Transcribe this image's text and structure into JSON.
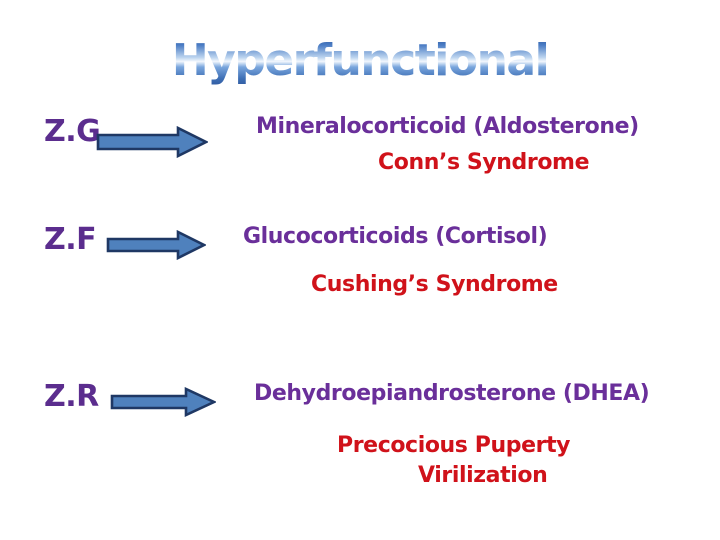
{
  "slide": {
    "title": "Hyperfunctional",
    "background_color": "#ffffff"
  },
  "colors": {
    "zone_label_purple": "#5b2d8e",
    "hormone_purple": "#6a2f9a",
    "disease_red": "#d0121a",
    "arrow_fill": "#4f81bd",
    "arrow_outline": "#1f3864",
    "title_gradient_top": "#2f5597",
    "title_gradient_highlight": "#f2f7fd",
    "title_gradient_bottom": "#2f5aa0"
  },
  "rows": [
    {
      "zone": "Z.G",
      "arrow_icon": "right-block-arrow-icon",
      "hormone": "Mineralocorticoid (Aldosterone)",
      "diseases": [
        "Conn’s Syndrome"
      ]
    },
    {
      "zone": "Z.F",
      "arrow_icon": "right-block-arrow-icon",
      "hormone": "Glucocorticoids (Cortisol)",
      "diseases": [
        "Cushing’s Syndrome"
      ]
    },
    {
      "zone": "Z.R",
      "arrow_icon": "right-block-arrow-icon",
      "hormone": "Dehydroepiandrosterone (DHEA)",
      "diseases": [
        "Precocious Puperty",
        "Virilization"
      ]
    }
  ]
}
